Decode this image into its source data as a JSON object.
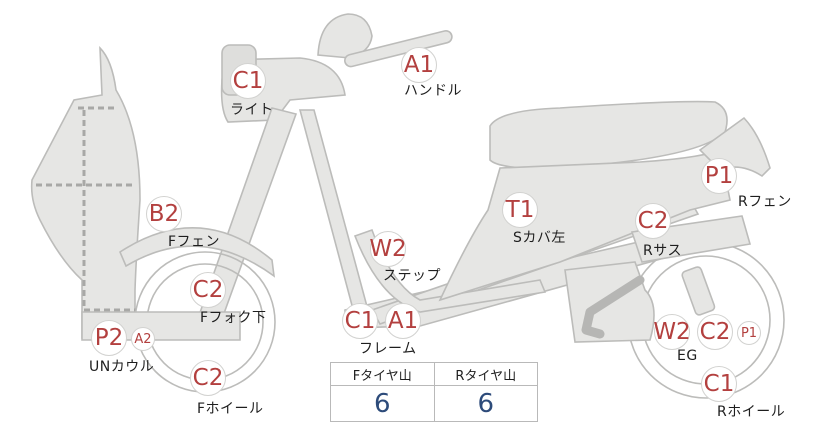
{
  "labels": {
    "light": "ライト",
    "handle": "ハンドル",
    "r_fender": "Rフェン",
    "f_fender": "Fフェン",
    "s_cover_left": "Sカバ左",
    "r_suspension": "Rサス",
    "step": "ステップ",
    "f_fork_lower": "Fフォク下",
    "frame": "フレーム",
    "un_cowl": "UNカウル",
    "engine": "EG",
    "f_wheel": "Fホイール",
    "r_wheel": "Rホイール"
  },
  "badges": {
    "light": "C1",
    "handle": "A1",
    "r_fender": "P1",
    "f_fender": "B2",
    "s_cover_left": "T1",
    "r_suspension": "C2",
    "step": "W2",
    "f_fork_lower": "C2",
    "frame_1": "C1",
    "frame_2": "A1",
    "un_cowl_1": "P2",
    "un_cowl_2": "A2",
    "engine_1": "W2",
    "engine_2": "C2",
    "engine_3": "P1",
    "f_wheel": "C2",
    "r_wheel": "C1"
  },
  "tire_table": {
    "headers": [
      "Fタイヤ山",
      "Rタイヤ山"
    ],
    "values": [
      "6",
      "6"
    ]
  },
  "colors": {
    "badge_text": "#b3403f",
    "tire_value": "#2d4b7a",
    "part_fill": "#e6e6e4",
    "part_stroke": "#bcbcba"
  }
}
